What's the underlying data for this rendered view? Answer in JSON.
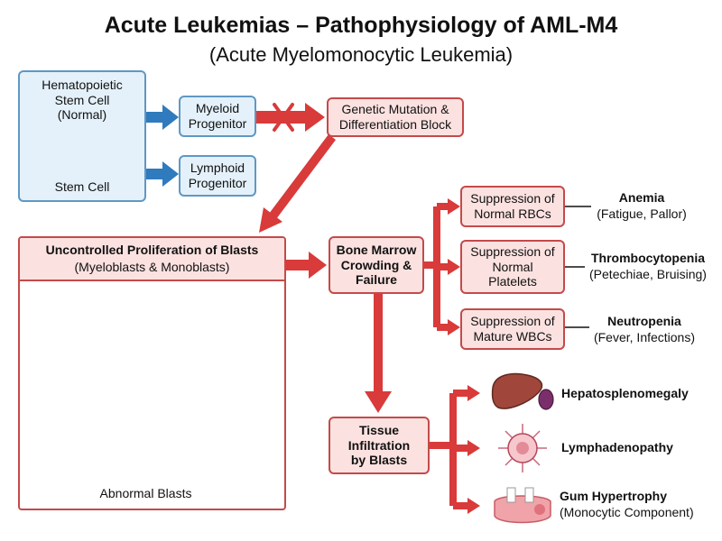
{
  "title": "Acute Leukemias – Pathophysiology of AML-M4",
  "subtitle": "(Acute Myelomonocytic Leukemia)",
  "stem_cell": {
    "label_lines": [
      "Hematopoietic",
      "Stem Cell",
      "(Normal)"
    ],
    "caption": "Stem Cell"
  },
  "myeloid": [
    "Myeloid",
    "Progenitor"
  ],
  "lymphoid": [
    "Lymphoid",
    "Progenitor"
  ],
  "mutation": [
    "Genetic Mutation &",
    "Differentiation Block"
  ],
  "proliferation": {
    "heading": "Uncontrolled Proliferation of Blasts",
    "sub": "(Myeloblasts & Monoblasts)",
    "caption": "Abnormal Blasts"
  },
  "marrow": [
    "Bone Marrow",
    "Crowding &",
    "Failure"
  ],
  "infiltration": [
    "Tissue",
    "Infiltration",
    "by Blasts"
  ],
  "suppression": [
    {
      "lines": [
        "Suppression of",
        "Normal RBCs"
      ],
      "outcome": "Anemia",
      "detail": "(Fatigue, Pallor)"
    },
    {
      "lines": [
        "Suppression of",
        "Normal",
        "Platelets"
      ],
      "outcome": "Thrombocytopenia",
      "detail": "(Petechiae, Bruising)"
    },
    {
      "lines": [
        "Suppression of",
        "Mature WBCs"
      ],
      "outcome": "Neutropenia",
      "detail": "(Fever, Infections)"
    }
  ],
  "organs": [
    {
      "label": "Hepatosplenomegaly",
      "detail": "",
      "icon": "liver-spleen-icon"
    },
    {
      "label": "Lymphadenopathy",
      "detail": "",
      "icon": "lymph-node-icon"
    },
    {
      "label": "Gum Hypertrophy",
      "detail": "(Monocytic Component)",
      "icon": "gum-teeth-icon"
    }
  ],
  "colors": {
    "arrow_red": "#d93a3a",
    "arrow_blue": "#2f7bbd",
    "blast_fill": "#e88e8e",
    "blast_nucleus": "#c2474f"
  }
}
